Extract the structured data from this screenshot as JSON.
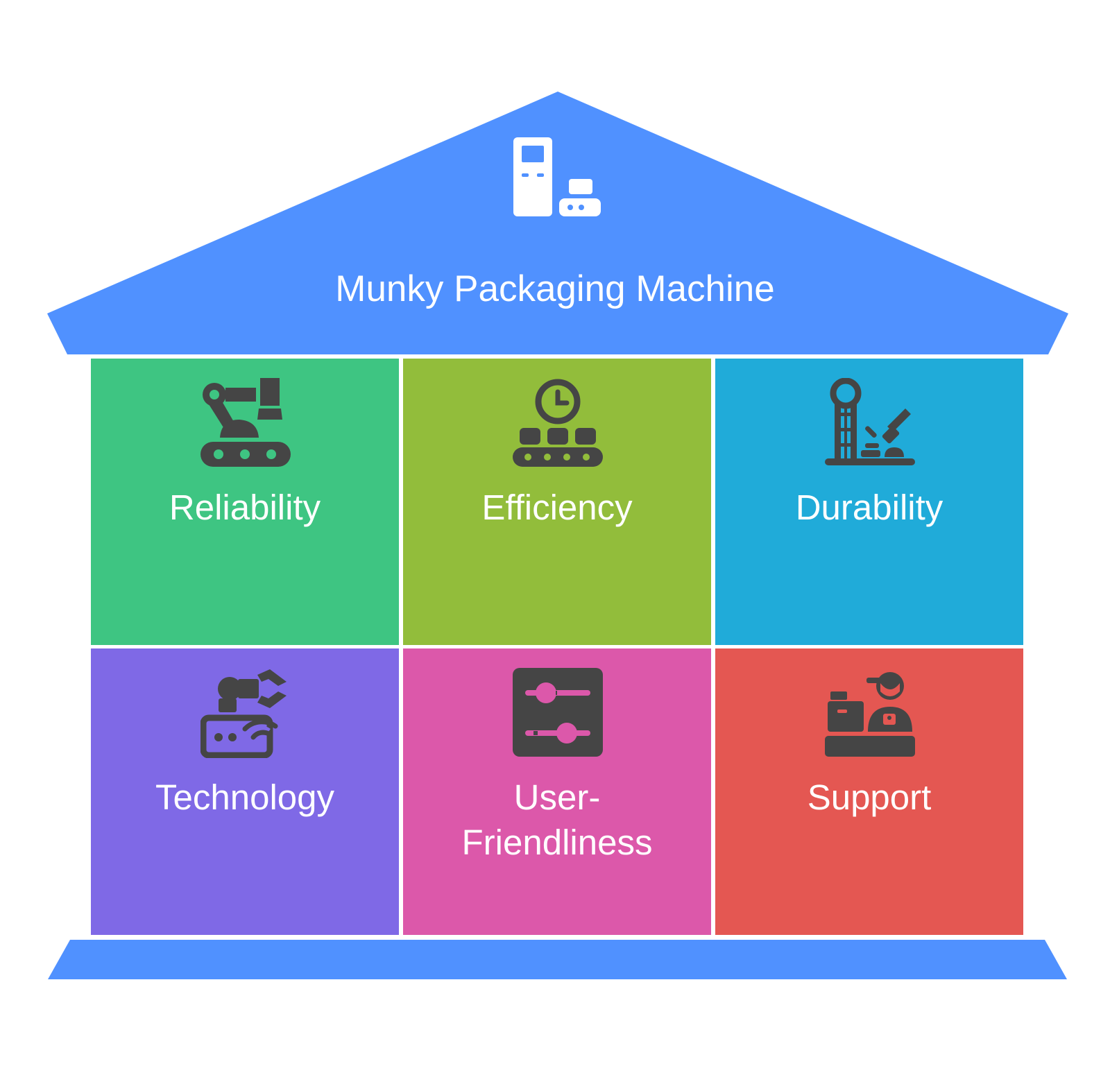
{
  "title": "Munky Packaging Machine",
  "roof_icon": "packaging-machine-icon",
  "pillars": [
    {
      "label": "Reliability",
      "icon": "robot-arm-conveyor-icon",
      "color": "#3ec582"
    },
    {
      "label": "Efficiency",
      "icon": "clock-conveyor-icon",
      "color": "#92bd3b"
    },
    {
      "label": "Durability",
      "icon": "durability-tester-icon",
      "color": "#20abd9"
    },
    {
      "label": "Technology",
      "icon": "wireless-robot-arm-icon",
      "color": "#7f69e6"
    },
    {
      "label": "User-\nFriendliness",
      "icon": "sliders-control-panel-icon",
      "color": "#dc58aa"
    },
    {
      "label": "Support",
      "icon": "service-counter-icon",
      "color": "#e45752"
    }
  ],
  "colors": {
    "roof": "#5091ff",
    "base": "#5091ff",
    "icon_dark": "#454545",
    "text": "#ffffff"
  }
}
